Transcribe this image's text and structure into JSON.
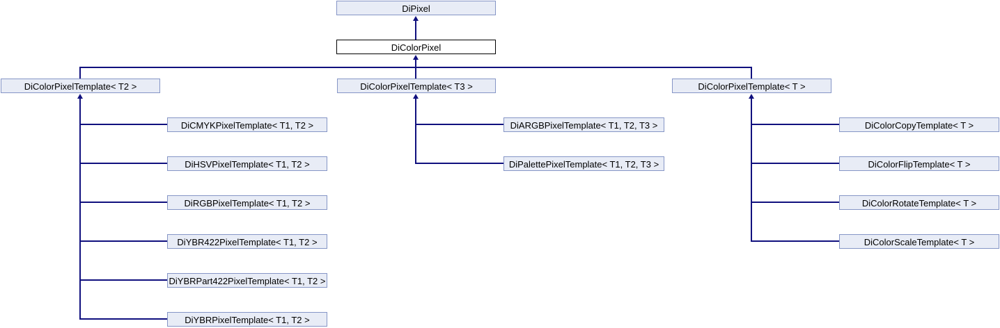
{
  "diagram": {
    "type": "class-inheritance-graph",
    "colors": {
      "background": "#ffffff",
      "node_fill": "#e8ecf6",
      "node_border": "#8595c6",
      "current_fill": "#ffffff",
      "current_border": "#000000",
      "edge": "#10107e",
      "text": "#000000"
    },
    "root": {
      "label": "DiPixel"
    },
    "current": {
      "label": "DiColorPixel"
    },
    "columns": [
      {
        "parent": {
          "label": "DiColorPixelTemplate< T2 >"
        },
        "children": [
          {
            "label": "DiCMYKPixelTemplate< T1, T2 >"
          },
          {
            "label": "DiHSVPixelTemplate< T1, T2 >"
          },
          {
            "label": "DiRGBPixelTemplate< T1, T2 >"
          },
          {
            "label": "DiYBR422PixelTemplate< T1, T2 >"
          },
          {
            "label": "DiYBRPart422PixelTemplate< T1, T2 >"
          },
          {
            "label": "DiYBRPixelTemplate< T1, T2 >"
          }
        ]
      },
      {
        "parent": {
          "label": "DiColorPixelTemplate< T3 >"
        },
        "children": [
          {
            "label": "DiARGBPixelTemplate< T1, T2, T3 >"
          },
          {
            "label": "DiPalettePixelTemplate< T1, T2, T3 >"
          }
        ]
      },
      {
        "parent": {
          "label": "DiColorPixelTemplate< T >"
        },
        "children": [
          {
            "label": "DiColorCopyTemplate< T >"
          },
          {
            "label": "DiColorFlipTemplate< T >"
          },
          {
            "label": "DiColorRotateTemplate< T >"
          },
          {
            "label": "DiColorScaleTemplate< T >"
          }
        ]
      }
    ]
  }
}
